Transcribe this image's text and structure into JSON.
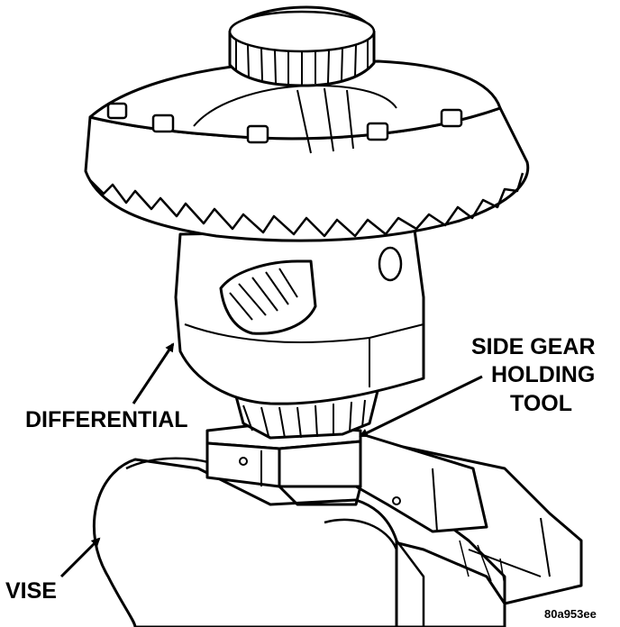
{
  "labels": {
    "differential": "DIFFERENTIAL",
    "side_gear_line1": "SIDE GEAR",
    "side_gear_line2": "HOLDING",
    "side_gear_line3": "TOOL",
    "vise": "VISE"
  },
  "figure_id": "80a953ee",
  "colors": {
    "ink": "#000000",
    "paper": "#ffffff"
  }
}
